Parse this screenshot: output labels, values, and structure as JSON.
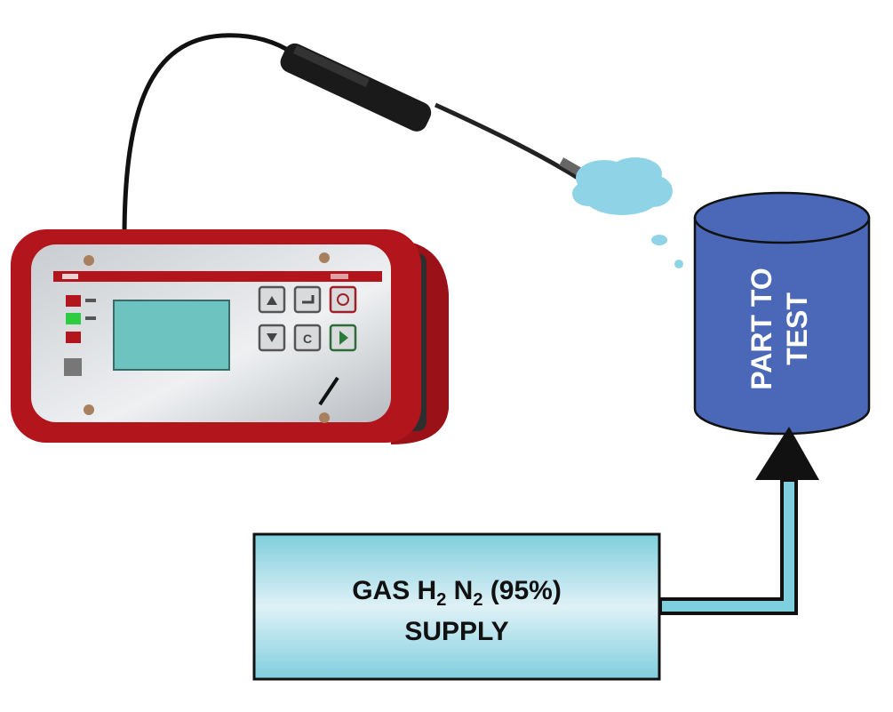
{
  "part": {
    "line1": "PART TO",
    "line2": "TEST"
  },
  "supply": {
    "line1_prefix": "GAS H",
    "sub1": "2",
    "mid": " N",
    "sub2": "2",
    "line1_suffix": " (95%)",
    "line2": "SUPPLY"
  },
  "colors": {
    "device_red": "#b3151d",
    "part_blue": "#4a67b8",
    "gas_cyan": "#7fd0de",
    "screen": "#6cc3bf"
  }
}
